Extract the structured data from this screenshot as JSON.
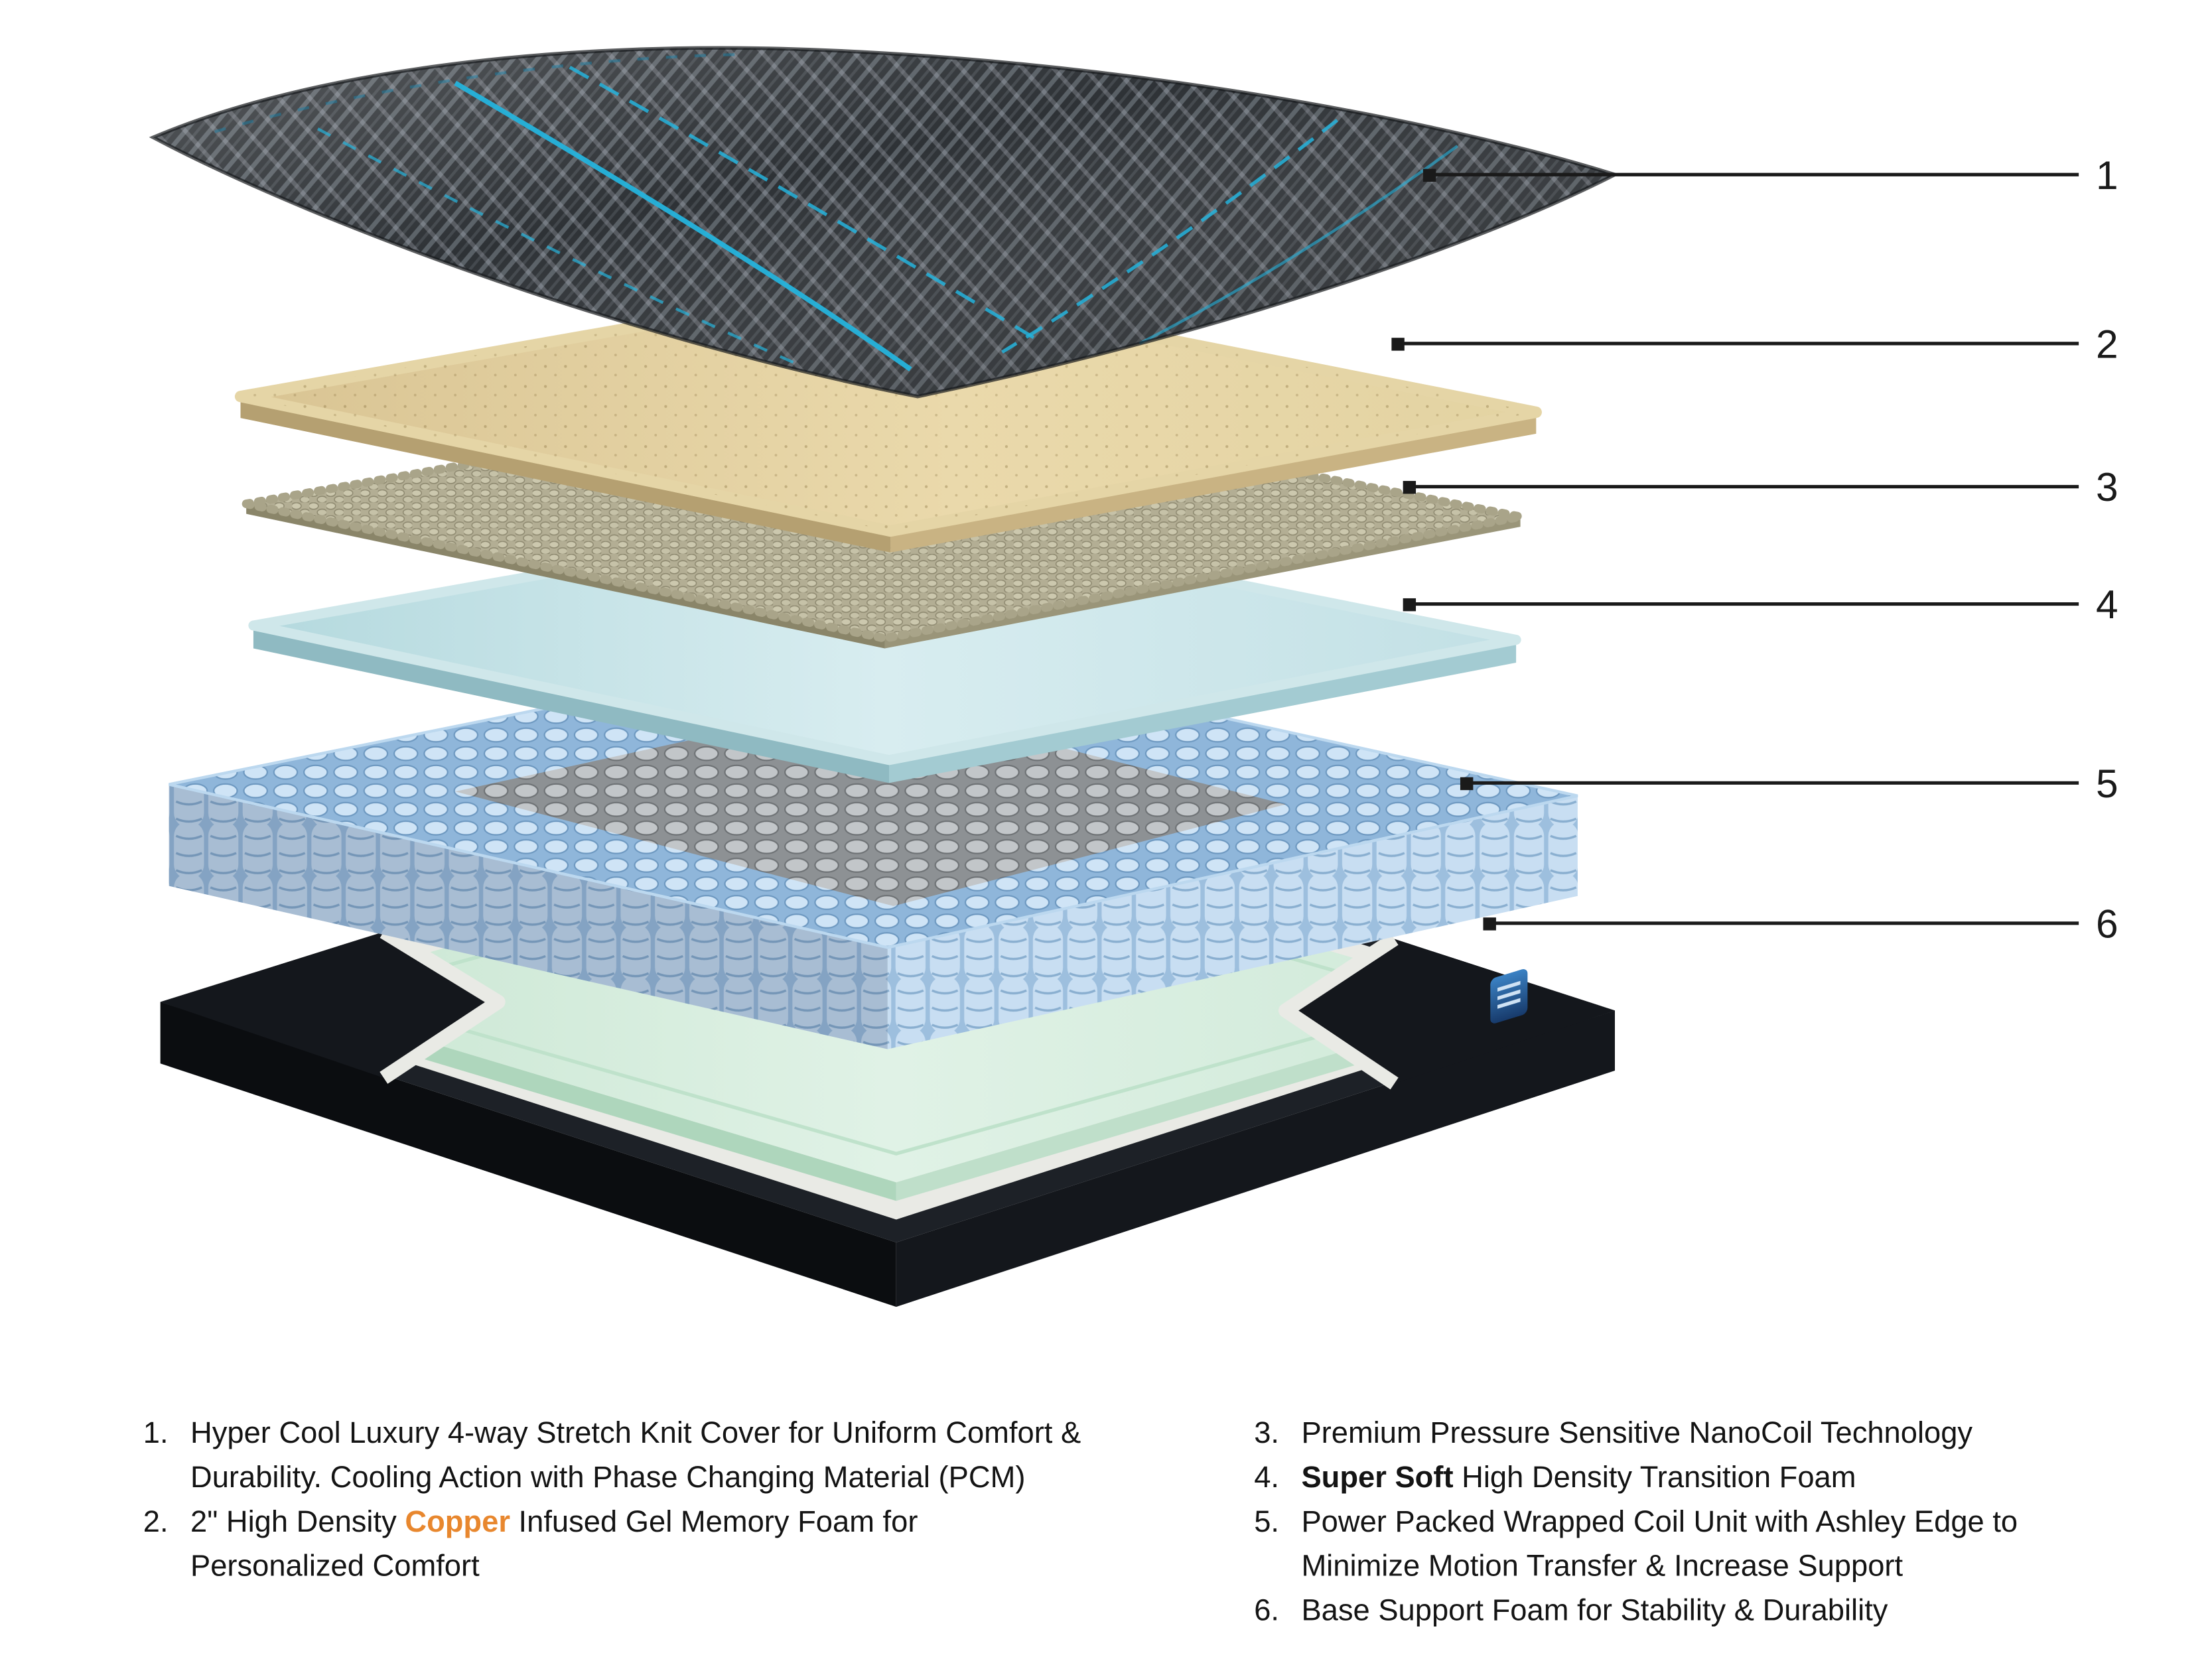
{
  "diagram": {
    "callouts": [
      {
        "number": "1"
      },
      {
        "number": "2"
      },
      {
        "number": "3"
      },
      {
        "number": "4"
      },
      {
        "number": "5"
      },
      {
        "number": "6"
      }
    ]
  },
  "legend": {
    "left": [
      {
        "num": "1.",
        "line1": "Hyper Cool Luxury 4-way Stretch Knit Cover for Uniform Comfort &",
        "line2": "Durability. Cooling Action with Phase Changing Material (PCM)"
      },
      {
        "num": "2.",
        "pre": "2\" High Density ",
        "highlight": "Copper",
        "post": " Infused Gel Memory Foam for",
        "line2": "Personalized Comfort"
      }
    ],
    "right": [
      {
        "num": "3.",
        "text": "Premium Pressure Sensitive NanoCoil Technology"
      },
      {
        "num": "4.",
        "bold": "Super Soft",
        "text": " High Density Transition Foam"
      },
      {
        "num": "5.",
        "line1": "Power Packed Wrapped Coil Unit with Ashley Edge to",
        "line2": "Minimize Motion Transfer & Increase Support"
      },
      {
        "num": "6.",
        "text": "Base Support Foam for Stability & Durability"
      }
    ]
  },
  "colors": {
    "copper_highlight": "#e8872e",
    "callout_line": "#1a1a1a",
    "cover_accent_cyan": "#25b3dc",
    "text": "#141414"
  }
}
